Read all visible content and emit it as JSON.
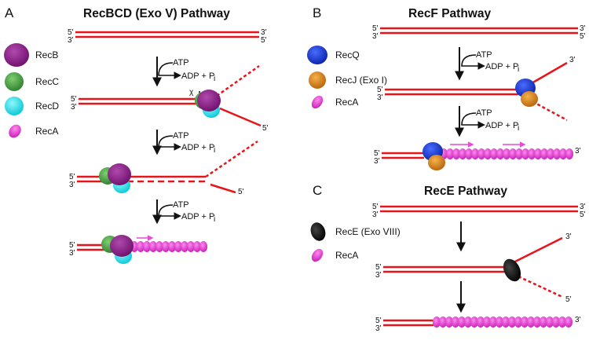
{
  "panels": {
    "a": {
      "letter": "A",
      "title": "RecBCD (Exo V) Pathway",
      "legend": [
        "RecB",
        "RecC",
        "RecD",
        "RecA"
      ]
    },
    "b": {
      "letter": "B",
      "title": "RecF Pathway",
      "legend": [
        "RecQ",
        "RecJ (Exo I)",
        "RecA"
      ]
    },
    "c": {
      "letter": "C",
      "title": "RecE Pathway",
      "legend": [
        "RecE (Exo VIII)",
        "RecA"
      ]
    }
  },
  "labels": {
    "atp": "ATP",
    "adp": "ADP + P",
    "pi_sub": "i",
    "five": "5'",
    "three": "3'",
    "chi": "χ"
  },
  "colors": {
    "dna": "#e8141c",
    "recB": "#8e1a8b",
    "recC": "#4ea64a",
    "recD": "#18e3f0",
    "recA": "#e84bd6",
    "recQ": "#1139d6",
    "recJ": "#e08a17",
    "recE": "#000000",
    "arrow_magenta": "#e84bd6"
  }
}
